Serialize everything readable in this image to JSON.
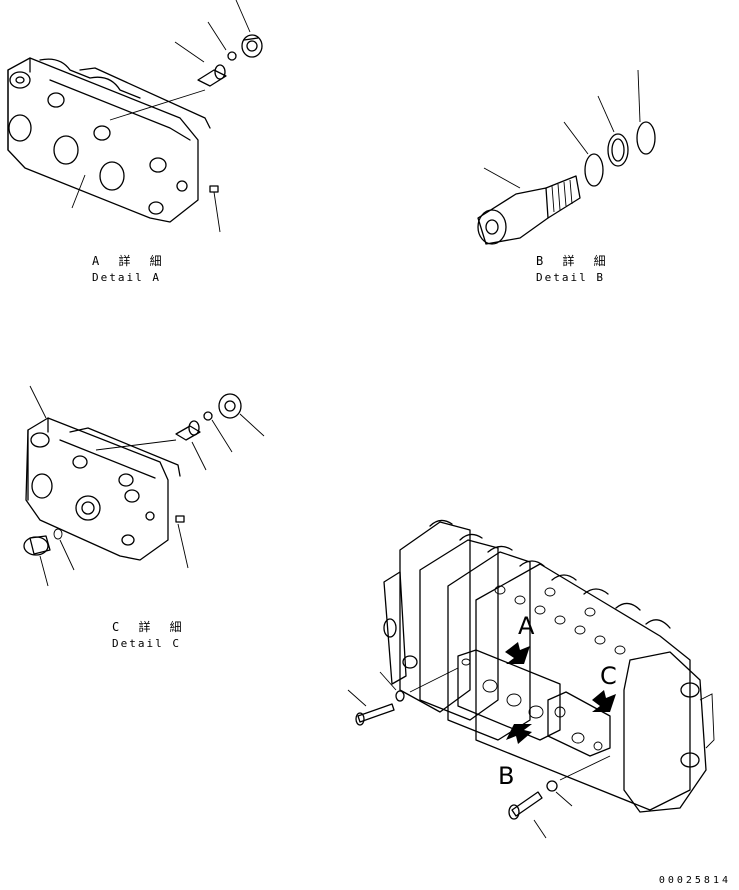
{
  "details": {
    "a": {
      "title_jp": "A 詳 細",
      "title_en": "Detail A"
    },
    "b": {
      "title_jp": "B 詳 細",
      "title_en": "Detail B"
    },
    "c": {
      "title_jp": "C 詳 細",
      "title_en": "Detail C"
    }
  },
  "view_markers": {
    "a": "A",
    "b": "B",
    "c": "C"
  },
  "drawing_number": "00025814"
}
